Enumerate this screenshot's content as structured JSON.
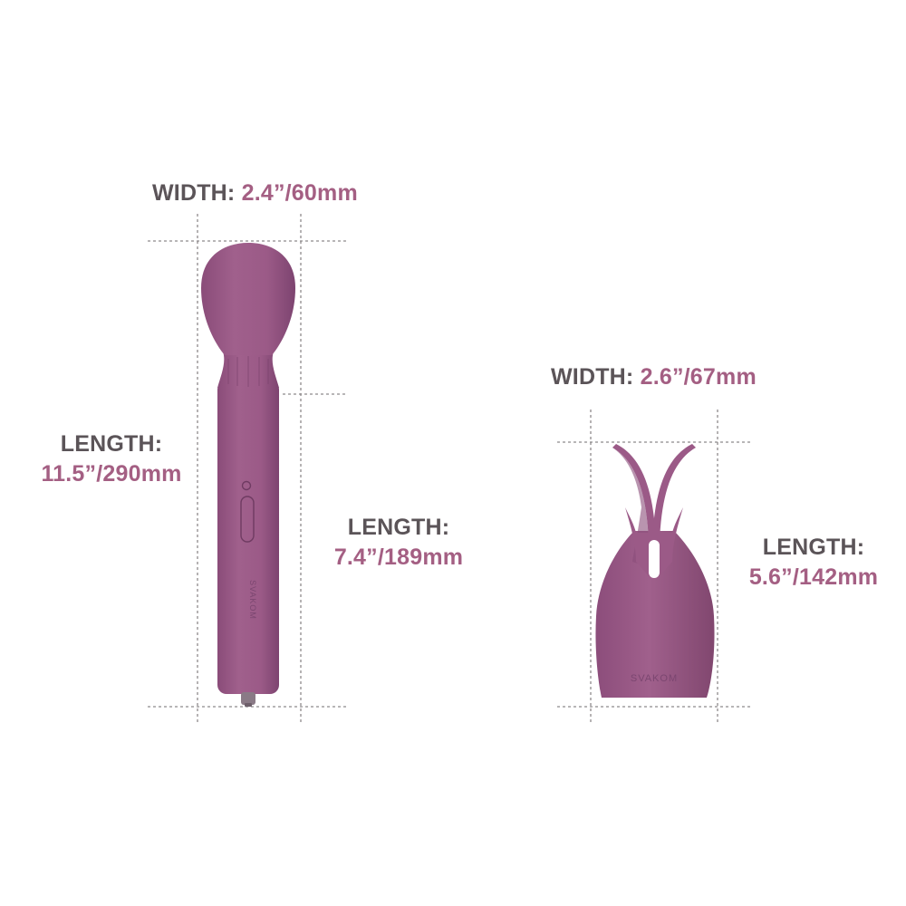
{
  "colors": {
    "body": "#9b5a87",
    "body_shadow": "#7f4670",
    "dimension_line": "#8e8a8c",
    "label_key": "#5b5458",
    "label_value": "#a45f83"
  },
  "wand": {
    "width_key": "WIDTH:",
    "width_value": "2.4”/60mm",
    "total_length_key": "LENGTH:",
    "total_length_value": "11.5”/290mm",
    "handle_length_key": "LENGTH:",
    "handle_length_value": "7.4”/189mm",
    "brand_mark": "SVAKOM"
  },
  "attachment": {
    "width_key": "WIDTH:",
    "width_value": "2.6”/67mm",
    "length_key": "LENGTH:",
    "length_value": "5.6”/142mm",
    "brand_mark": "SVAKOM"
  }
}
